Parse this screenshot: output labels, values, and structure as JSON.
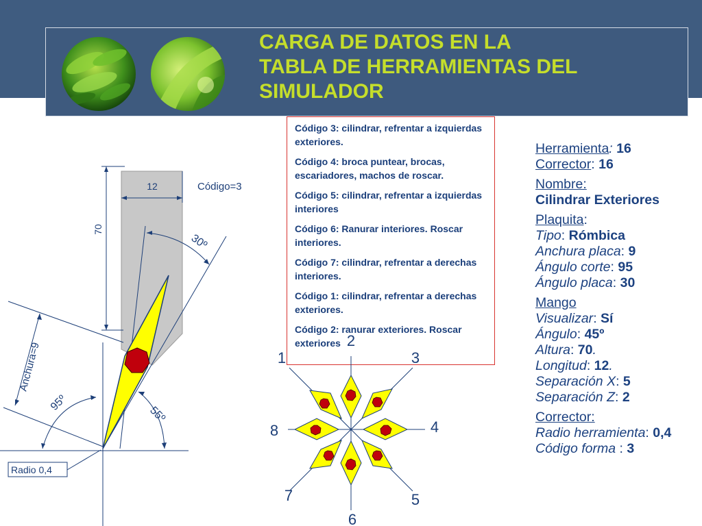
{
  "title": {
    "line1": "CARGA DE DATOS EN LA",
    "line2": "TABLA DE HERRAMIENTAS DEL",
    "line3": "SIMULADOR"
  },
  "codes": [
    "Código 3: cilindrar, refrentar a izquierdas exteriores.",
    "Código 4: broca puntear, brocas, escariadores, machos de roscar.",
    "Código 5: cilindrar, refrentar a izquierdas interiores",
    "Código 6: Ranurar interiores. Roscar interiores.",
    "Código 7: cilindrar, refrentar a derechas interiores.",
    "Código 1: cilindrar, refrentar a derechas exteriores.",
    "Código 2: ranurar exteriores. Roscar exteriores"
  ],
  "tool_diagram": {
    "width_dim": "12",
    "height_dim": "70",
    "code_label": "Código=3",
    "angle_top": "30º",
    "anchura_label": "Anchura=9",
    "angle_left": "95º",
    "angle_right": "55º",
    "radius_label": "Radio 0,4"
  },
  "star_diagram": {
    "labels": [
      "1",
      "2",
      "3",
      "4",
      "5",
      "6",
      "7",
      "8"
    ]
  },
  "info": {
    "herramienta_label": "Herramienta",
    "herramienta_value": "16",
    "corrector_label": "Corrector",
    "corrector_value": "16",
    "nombre_label": "Nombre:",
    "nombre_value": "Cilindrar Exteriores",
    "plaquita_label": "Plaquita",
    "tipo_label": "Tipo",
    "tipo_value": "Rómbica",
    "anchura_label": "Anchura placa",
    "anchura_value": "9",
    "angulo_corte_label": "Ángulo corte",
    "angulo_corte_value": "95",
    "angulo_placa_label": "Ángulo placa",
    "angulo_placa_value": "30",
    "mango_label": "Mango",
    "visualizar_label": "Visualizar",
    "visualizar_value": "Sí",
    "angulo_label": "Ángulo",
    "angulo_value": "45º",
    "altura_label": "Altura",
    "altura_value": "70",
    "longitud_label": "Longitud",
    "longitud_value": "12",
    "sep_x_label": "Separación X",
    "sep_x_value": "5",
    "sep_z_label": "Separación Z",
    "sep_z_value": "2",
    "corrector2_label": "Corrector:",
    "radio_label": "Radio herramienta",
    "radio_value": "0,4",
    "codigo_forma_label": "Código forma ",
    "codigo_forma_value": "3"
  },
  "colors": {
    "header_blue": "#3e5a7e",
    "title_green": "#c5de2b",
    "text_blue": "#1c4180",
    "insert_yellow": "#ffff00",
    "insert_red": "#c0000c",
    "box_red": "#d8322e"
  }
}
